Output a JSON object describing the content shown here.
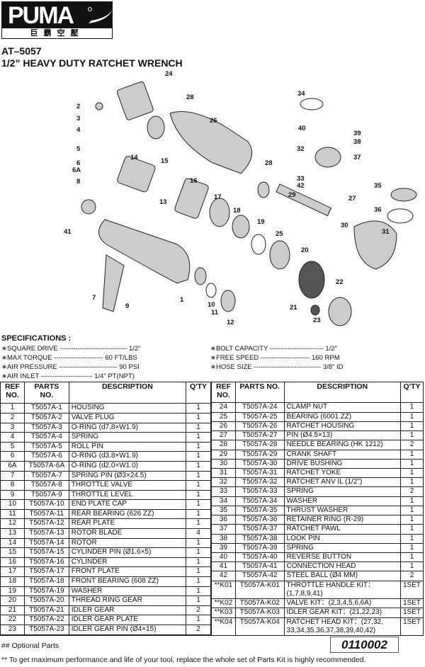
{
  "header": {
    "brand": "PUMA",
    "brand_cn": "巨霸空壓",
    "model": "AT–5057",
    "title": "1/2”  HEAVY DUTY RATCHET WRENCH"
  },
  "diagram": {
    "callouts": [
      "24",
      "28",
      "2",
      "3",
      "4",
      "26",
      "34",
      "40",
      "39",
      "38",
      "5",
      "14",
      "15",
      "32",
      "37",
      "6",
      "6A",
      "28",
      "8",
      "33",
      "42",
      "16",
      "35",
      "29",
      "27",
      "13",
      "17",
      "18",
      "36",
      "41",
      "19",
      "30",
      "25",
      "31",
      "20",
      "22",
      "1",
      "10",
      "11",
      "7",
      "9",
      "21",
      "12",
      "23"
    ]
  },
  "specs": {
    "heading": "SPECIFICATIONS :",
    "left": [
      "∗SQUARE DRIVE ------------------------------ 1/2\"",
      "∗MAX TORQUE ---------------------- 60 FT/LBS",
      "∗AIR PRESSURE -------------------------- 90 PSI",
      "∗AIR INLET ----------------------- 1/4\" PT(NPT)"
    ],
    "right": [
      "∗BOLT CAPACITY ------------------------ 1/2\"",
      "∗FREE SPEED ---------------------- 160 RPM",
      "∗HOSE SIZE ------------------------------ 3/8\" ID"
    ]
  },
  "table": {
    "headers_left": [
      "REF NO.",
      "PARTS NO.",
      "DESCRIPTION",
      "Q'TY"
    ],
    "headers_right": [
      "REF NO.",
      "PARTS NO.",
      "DESCRIPTION",
      "Q'TY"
    ],
    "left_rows": [
      [
        "1",
        "T5057A-1",
        "HOUSING",
        "1"
      ],
      [
        "2",
        "T5057A-2",
        "VALVE PLUG",
        "1"
      ],
      [
        "3",
        "T5057A-3",
        "O-RING (d7.8×W1.9)",
        "1"
      ],
      [
        "4",
        "T5057A-4",
        "SPRING",
        "1"
      ],
      [
        "5",
        "T5057A-5",
        "ROLL PIN",
        "1"
      ],
      [
        "6",
        "T5057A-6",
        "O-RING (d3.8×W1.9)",
        "1"
      ],
      [
        "6A",
        "T5057A-6A",
        "O-RING (d2.0×W1.0)",
        "1"
      ],
      [
        "7",
        "T5057A-7",
        "SPRING PIN (Ø3×24.5)",
        "1"
      ],
      [
        "8",
        "T5057A-8",
        "THROTTLE VALVE",
        "1"
      ],
      [
        "9",
        "T5057A-9",
        "THROTTLE LEVEL",
        "1"
      ],
      [
        "10",
        "T5057A-10",
        "END PLATE CAP",
        "1"
      ],
      [
        "11",
        "T5057A-11",
        "REAR BEARING (626 ZZ)",
        "1"
      ],
      [
        "12",
        "T5057A-12",
        "REAR PLATE",
        "1"
      ],
      [
        "13",
        "T5057A-13",
        "ROTOR BLADE",
        "4"
      ],
      [
        "14",
        "T5057A-14",
        "ROTOR",
        "1"
      ],
      [
        "15",
        "T5057A-15",
        "CYLINDER PIN (Ø1.6×5)",
        "1"
      ],
      [
        "16",
        "T5057A-16",
        "CYLINDER",
        "1"
      ],
      [
        "17",
        "T5057A-17",
        "FRONT PLATE",
        "1"
      ],
      [
        "18",
        "T5057A-18",
        "FRONT BEARING (608 ZZ)",
        "1"
      ],
      [
        "19",
        "T5057A-19",
        "WASHER",
        "1"
      ],
      [
        "20",
        "T5057A-20",
        "THREAD RING GEAR",
        "1"
      ],
      [
        "21",
        "T5057A-21",
        "IDLER GEAR",
        "2"
      ],
      [
        "22",
        "T5057A-22",
        "IDLER GEAR PLATE",
        "1"
      ],
      [
        "23",
        "T5057A-23",
        "IDLER GEAR PIN (Ø4×15)",
        "2"
      ],
      [
        "",
        "",
        "",
        ""
      ]
    ],
    "right_rows": [
      [
        "24",
        "T5057A-24",
        "CLAMP NUT",
        "1"
      ],
      [
        "25",
        "T5057A-25",
        "BEARING (6001 ZZ)",
        "1"
      ],
      [
        "26",
        "T5057A-26",
        "RATCHET HOUSING",
        "1"
      ],
      [
        "27",
        "T5057A-27",
        "PIN (Ø4.5×13)",
        "1"
      ],
      [
        "28",
        "T5057A-28",
        "NEEDLE BEARING (HK 1212)",
        "2"
      ],
      [
        "29",
        "T5057A-29",
        "CRANK SHAFT",
        "1"
      ],
      [
        "30",
        "T5057A-30",
        "DRIVE BUSHING",
        "1"
      ],
      [
        "31",
        "T5057A-31",
        "RATCHET YOKE",
        "1"
      ],
      [
        "32",
        "T5057A-32",
        "RATCHET ANV IL (1/2\")",
        "1"
      ],
      [
        "33",
        "T5057A-33",
        "SPRING",
        "2"
      ],
      [
        "34",
        "T5057A-34",
        "WASHER",
        "1"
      ],
      [
        "35",
        "T5057A-35",
        "THRUST WASHER",
        "1"
      ],
      [
        "36",
        "T5057A-36",
        "RETAINER RING (R-29)",
        "1"
      ],
      [
        "37",
        "T5057A-37",
        "RATCHET PAWL",
        "1"
      ],
      [
        "38",
        "T5057A-38",
        "LOOK PIN",
        "1"
      ],
      [
        "39",
        "T5057A-39",
        "SPRING",
        "1"
      ],
      [
        "40",
        "T5057A-40",
        "REVERSE BUTTON",
        "1"
      ],
      [
        "41",
        "T5057A-41",
        "CONNECTION HEAD",
        "1"
      ],
      [
        "42",
        "T5057A-42",
        "STEEL BALL (Ø4 MM)",
        "2"
      ],
      [
        "**K01",
        "T5057A-K01",
        "THROTTLE HANDLE KIT：(1,7,8,9,41)",
        "1SET"
      ],
      [
        "**K02",
        "T5057A-K02",
        "VALVE KIT：(2,3,4,5,6,6A)",
        "1SET"
      ],
      [
        "**K03",
        "T5057A-K03",
        "IDLER GEAR KIT：(21,22,23)",
        "1SET"
      ],
      [
        "**K04",
        "T5057A-K04",
        "RATCHET HEAD KIT：(27,32, 33,34,35,36,37,38,39,40,42)",
        "1SET"
      ]
    ]
  },
  "footer": {
    "optional": "## Optional Parts",
    "code": "0110002",
    "note": "** To get maximum performance and life of your tool, replace the whole set of Parts Kit is highly recommended."
  }
}
